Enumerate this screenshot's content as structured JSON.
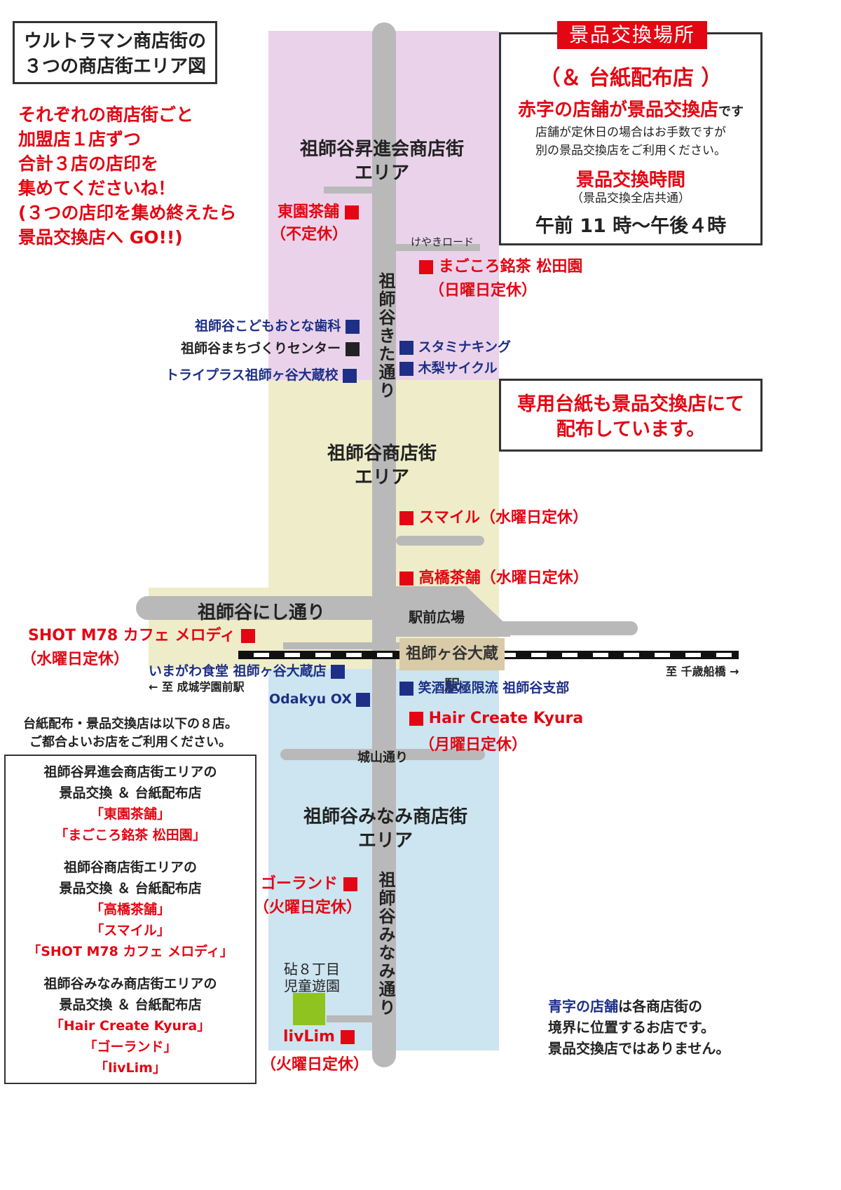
{
  "map_title": {
    "line1": "ウルトラマン商店街の",
    "line2": "３つの商店街エリア図"
  },
  "instructions": [
    "それぞれの商店街ごと",
    "加盟店１店ずつ",
    "合計３店の店印を",
    "集めてくださいね！",
    "(３つの店印を集め終えたら",
    "景品交換店へ GO!!)"
  ],
  "exchange_box": {
    "title": "景品交換場所",
    "subtitle": "（＆ 台紙配布店 ）",
    "red_store_note_main": "赤字の店舗が景品交換店",
    "red_store_note_suffix": "です",
    "closed_note_1": "店舗が定休日の場合はお手数ですが",
    "closed_note_2": "別の景品交換店をご利用ください。",
    "hours_title": "景品交換時間",
    "hours_sub": "（景品交換全店共通）",
    "hours": "午前 11 時〜午後４時"
  },
  "mount_box": {
    "line1": "専用台紙も景品交換店にて",
    "line2": "配布しています。"
  },
  "areas": {
    "north": {
      "line1": "祖師谷昇進会商店街",
      "line2": "エリア"
    },
    "middle": {
      "line1": "祖師谷商店街",
      "line2": "エリア"
    },
    "south": {
      "line1": "祖師谷みなみ商店街",
      "line2": "エリア"
    }
  },
  "streets": {
    "kita": "祖師谷きた通り",
    "minami": "祖師谷みなみ通り",
    "nishi": "祖師谷にし通り",
    "keyaki": "けやきロード",
    "ekimae": "駅前広場",
    "joyama": "城山通り",
    "station": "祖師ヶ谷大蔵駅",
    "to_seijo": "← 至 成城学園前駅",
    "to_chitose": "至 千歳船橋 →"
  },
  "stores": {
    "toen": {
      "name": "東園茶舗",
      "closed": "（不定休）"
    },
    "magokoro": {
      "name": "まごころ銘茶 松田園",
      "closed": "（日曜日定休）"
    },
    "dental": {
      "name": "祖師谷こどもおとな歯科"
    },
    "machidukuri": {
      "name": "祖師谷まちづくりセンター"
    },
    "tryplus": {
      "name": "トライプラス祖師ヶ谷大蔵校"
    },
    "stamina": {
      "name": "スタミナキング"
    },
    "kinashi": {
      "name": "木梨サイクル"
    },
    "smile": {
      "name": "スマイル（水曜日定休）"
    },
    "takahashi": {
      "name": "高橋茶舗（水曜日定休）"
    },
    "shot": {
      "name": "SHOT M78 カフェ メロディ",
      "closed": "（水曜日定休）"
    },
    "imagawa": {
      "name": "いまがわ食堂 祖師ヶ谷大蔵店"
    },
    "shosakaya": {
      "name": "笑酒屋極限流 祖師谷支部"
    },
    "odakyu": {
      "name": "Odakyu OX"
    },
    "hair": {
      "name": "Hair Create Kyura",
      "closed": "（月曜日定休）"
    },
    "goland": {
      "name": "ゴーランド",
      "closed": "（火曜日定休）"
    },
    "park": {
      "line1": "砧８丁目",
      "line2": "児童遊園"
    },
    "livlim": {
      "name": "livLim",
      "closed": "（火曜日定休）"
    }
  },
  "distribution": {
    "intro_1": "台紙配布・景品交換店は以下の８店。",
    "intro_2": "ご都合よいお店をご利用ください。",
    "groups": [
      {
        "line1": "祖師谷昇進会商店街エリアの",
        "line2": "景品交換 ＆ 台紙配布店",
        "stores": [
          "「東園茶舗」",
          "「まごころ銘茶 松田園」"
        ]
      },
      {
        "line1": "祖師谷商店街エリアの",
        "line2": "景品交換 ＆ 台紙配布店",
        "stores": [
          "「高橋茶舗」",
          "「スマイル」",
          "「SHOT M78 カフェ メロディ」"
        ]
      },
      {
        "line1": "祖師谷みなみ商店街エリアの",
        "line2": "景品交換 ＆ 台紙配布店",
        "stores": [
          "「Hair Create Kyura」",
          "「ゴーランド」",
          "「livLim」"
        ]
      }
    ]
  },
  "blue_note": {
    "highlight": "青字の店舗",
    "line1_rest": "は各商店街の",
    "line2": "境界に位置するお店です。",
    "line3": "景品交換店ではありません。"
  },
  "colors": {
    "exchange_store": "#e30613",
    "boundary_store": "#1d2f86",
    "north_area": "#ead3ea",
    "middle_area": "#efedc9",
    "south_area": "#cce5f0",
    "road": "#b9b9b9",
    "park": "#8fc31f"
  }
}
